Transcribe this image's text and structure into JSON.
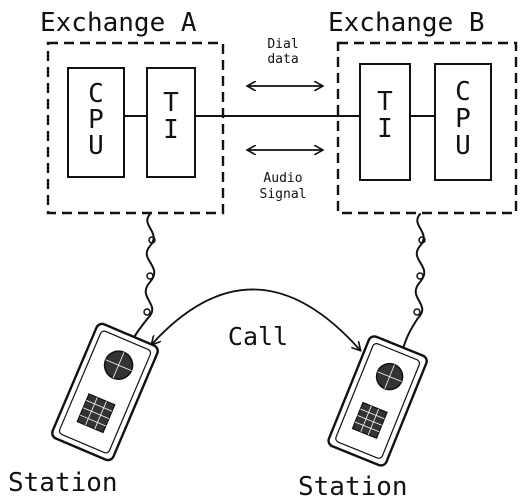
{
  "exchange_a": {
    "title": "Exchange A",
    "cpu": [
      "C",
      "P",
      "U"
    ],
    "ti": [
      "T",
      "I"
    ]
  },
  "exchange_b": {
    "title": "Exchange B",
    "cpu": [
      "C",
      "P",
      "U"
    ],
    "ti": [
      "T",
      "I"
    ]
  },
  "link": {
    "dial": [
      "Dial",
      "data"
    ],
    "audio": [
      "Audio",
      "Signal"
    ]
  },
  "call_label": "Call",
  "stations": [
    "Station",
    "Station"
  ],
  "colors": {
    "ink": "#111111",
    "background": "#ffffff"
  }
}
